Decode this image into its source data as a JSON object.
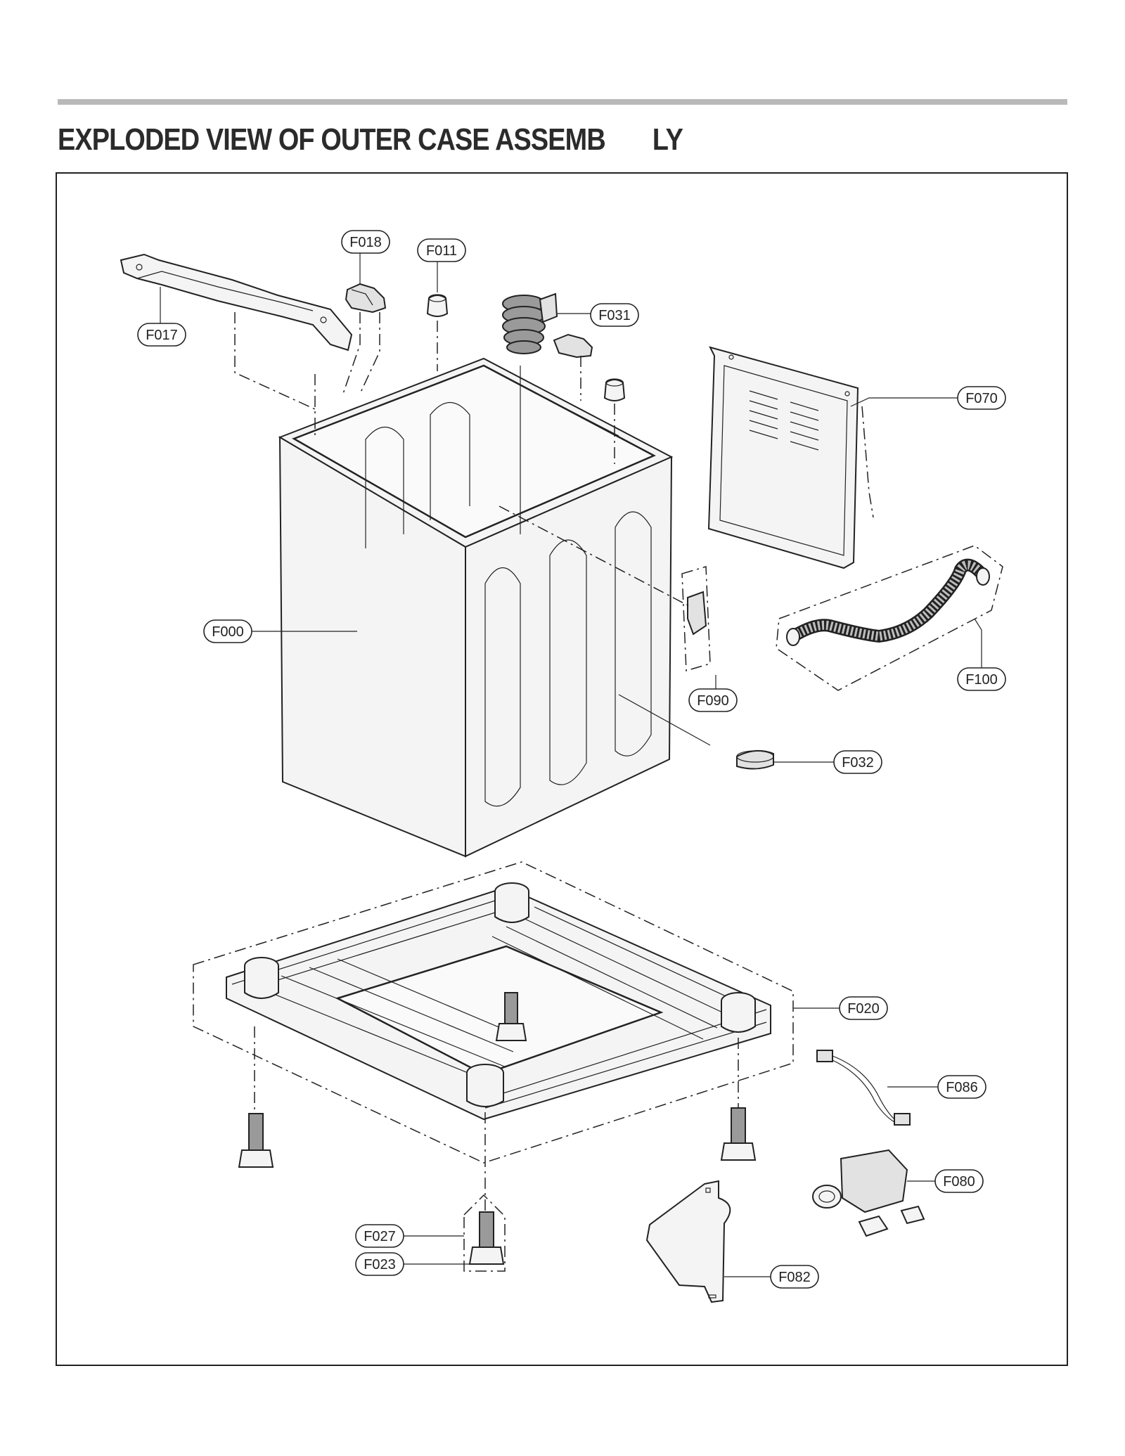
{
  "header": {
    "title_part1": "EXPLODED VIEW OF OUTER CASE ASSEMB",
    "title_part2": "LY"
  },
  "callouts": {
    "F017": "F017",
    "F018": "F018",
    "F011": "F011",
    "F031": "F031",
    "F070": "F070",
    "F000": "F000",
    "F090": "F090",
    "F100": "F100",
    "F032": "F032",
    "F020": "F020",
    "F086": "F086",
    "F080": "F080",
    "F027": "F027",
    "F023": "F023",
    "F082": "F082"
  },
  "colors": {
    "frame": "#222222",
    "topbar": "#b9b9b9",
    "part_fill": "#f4f4f4"
  }
}
